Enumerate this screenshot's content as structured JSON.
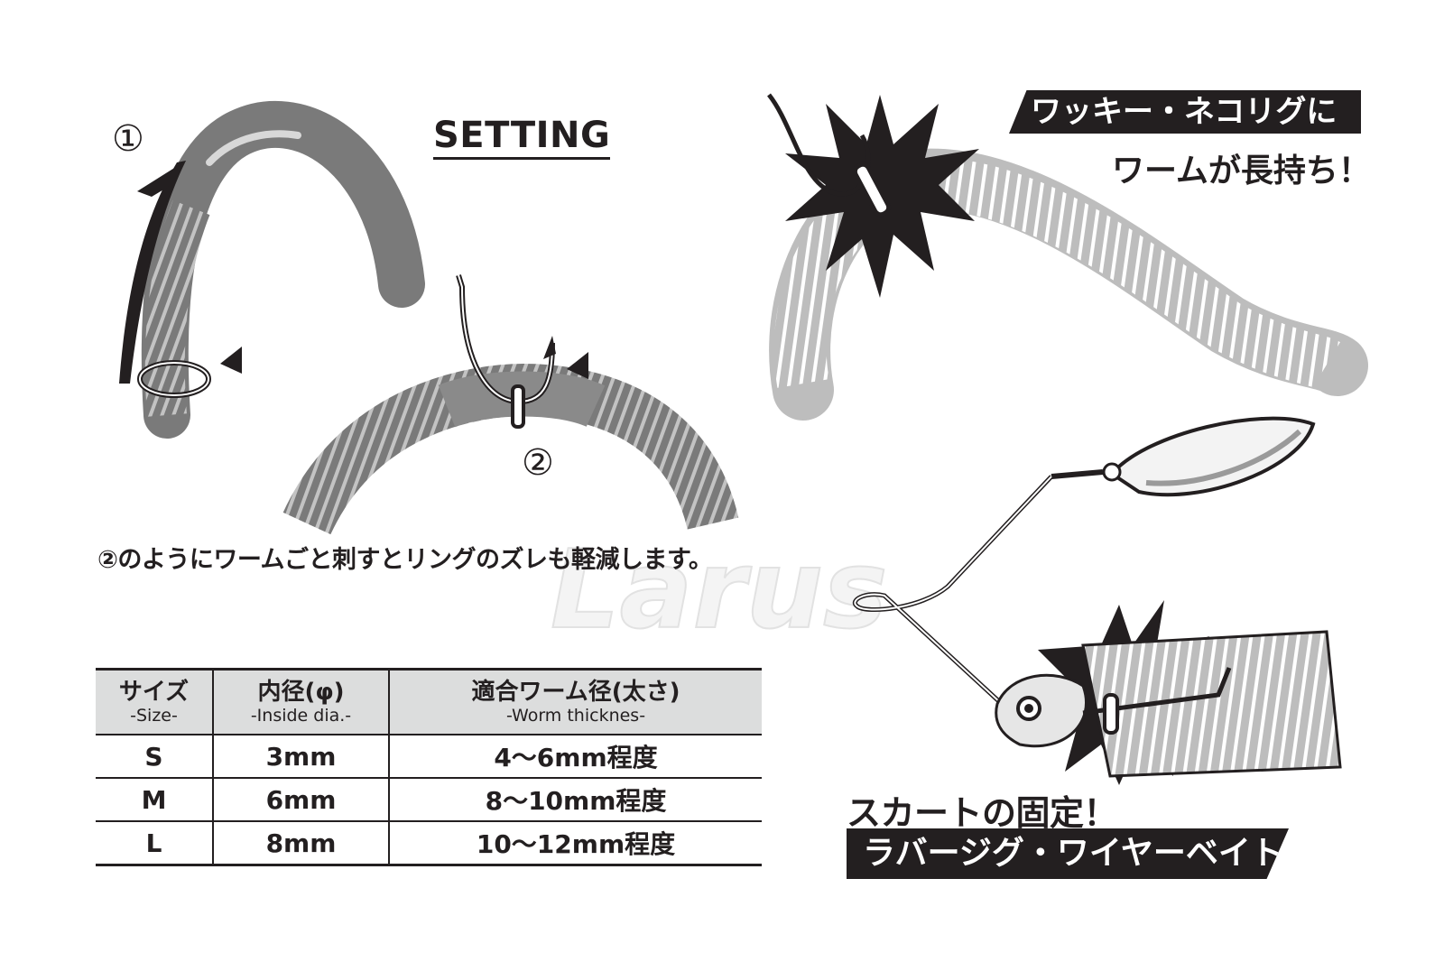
{
  "watermark": "Larus",
  "heading": "SETTING",
  "step_labels": [
    "①",
    "②"
  ],
  "note": "②のようにワームごと刺すとリングのズレも軽減します。",
  "feature_top": {
    "banner": "ワッキー・ネコリグに",
    "subtitle": "ワームが長持ち！"
  },
  "feature_bottom": {
    "subtitle": "スカートの固定！",
    "banner": "ラバージグ・ワイヤーベイトに"
  },
  "size_table": {
    "headers": [
      {
        "jp": "サイズ",
        "en": "-Size-"
      },
      {
        "jp": "内径(φ)",
        "en": "-Inside dia.-"
      },
      {
        "jp": "適合ワーム径(太さ)",
        "en": "-Worm thicknes-"
      }
    ],
    "rows": [
      [
        "S",
        "3mm",
        "4〜6mm程度"
      ],
      [
        "M",
        "6mm",
        "8〜10mm程度"
      ],
      [
        "L",
        "8mm",
        "10〜12mm程度"
      ]
    ]
  },
  "colors": {
    "ink": "#231f20",
    "worm_dark": "#7a7a7a",
    "worm_light": "#bdbdbd",
    "header_bg": "#dcdddd"
  },
  "icons": [
    "arrow-up-icon",
    "pointer-triangle-icon",
    "hook-icon",
    "o-ring-icon",
    "spinnerbait-icon"
  ]
}
